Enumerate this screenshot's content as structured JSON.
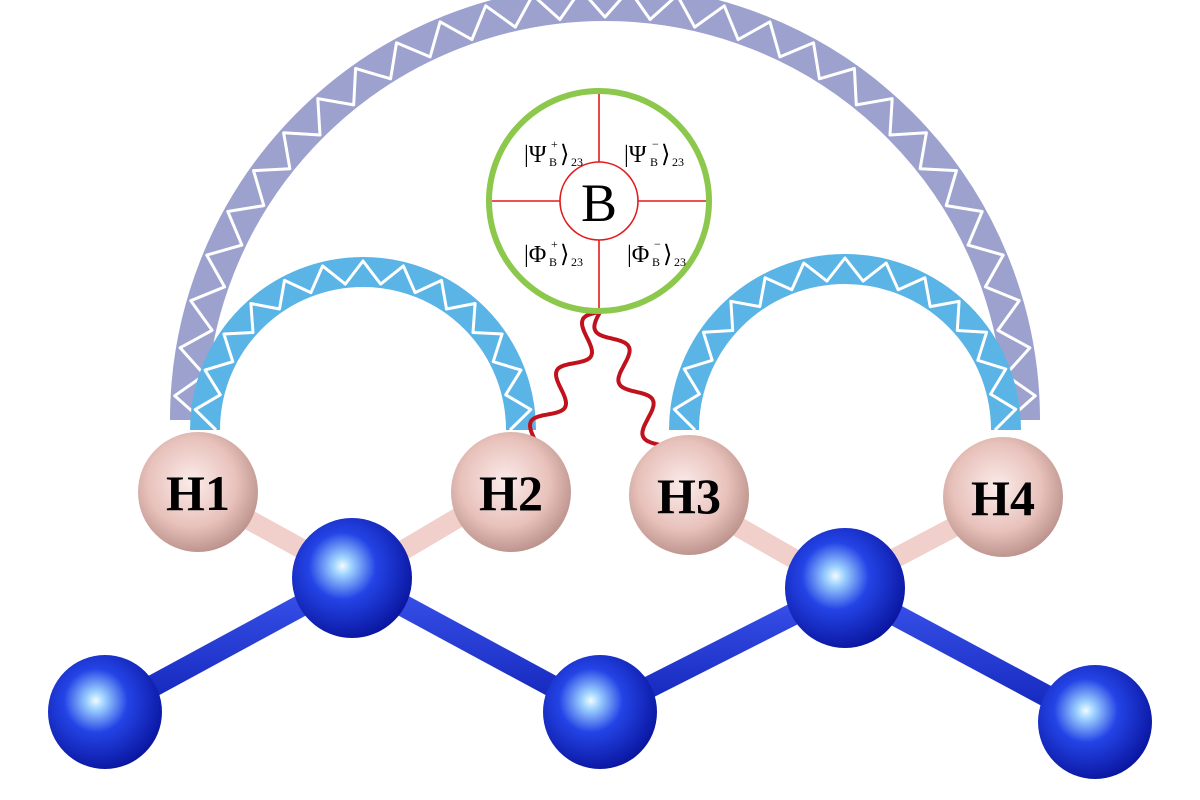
{
  "colors": {
    "outer_arc": "#9da1cd",
    "inner_arc": "#5ab4e6",
    "arc_pattern": "#ffffff",
    "hydrogen": "#e9c2bc",
    "carbon": "#1a2fd0",
    "bond": "#1f36d6",
    "ch_bond": "#f1cfcb",
    "wave": "#c0121c",
    "bell_ring": "#8cc84b",
    "bell_lines": "#e21a1a"
  },
  "hydrogens": [
    {
      "id": "h1",
      "label": "H1"
    },
    {
      "id": "h2",
      "label": "H2"
    },
    {
      "id": "h3",
      "label": "H3"
    },
    {
      "id": "h4",
      "label": "H4"
    }
  ],
  "bell_measurement": {
    "center_label": "B",
    "states": [
      {
        "id": "psi-plus",
        "symbol": "|Ψ",
        "sup": "+",
        "sub": "B",
        "tail": "⟩",
        "index": "23"
      },
      {
        "id": "psi-minus",
        "symbol": "|Ψ",
        "sup": "−",
        "sub": "B",
        "tail": "⟩",
        "index": "23"
      },
      {
        "id": "phi-plus",
        "symbol": "|Φ",
        "sup": "+",
        "sub": "B",
        "tail": "⟩",
        "index": "23"
      },
      {
        "id": "phi-minus",
        "symbol": "|Φ",
        "sup": "−",
        "sub": "B",
        "tail": "⟩",
        "index": "23"
      }
    ]
  }
}
